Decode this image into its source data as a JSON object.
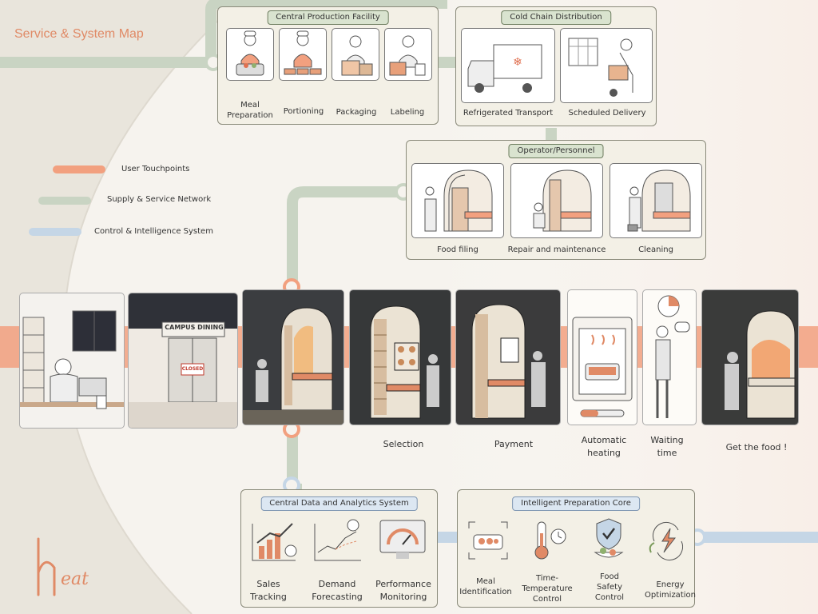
{
  "header": {
    "title": "Service & System Map"
  },
  "legend": {
    "items": [
      {
        "label": "User Touchpoints",
        "color": "#f2a07f"
      },
      {
        "label": "Supply & Service Network",
        "color": "#c9d4c3"
      },
      {
        "label": "Control & Intelligence System",
        "color": "#c5d6e6"
      }
    ]
  },
  "central_production": {
    "title": "Central Production Facility",
    "steps": [
      "Meal Preparation",
      "Portioning",
      "Packaging",
      "Labeling"
    ]
  },
  "cold_chain": {
    "title": "Cold Chain Distribution",
    "steps": [
      "Refrigerated Transport",
      "Scheduled Delivery"
    ]
  },
  "operator": {
    "title": "Operator/Personnel",
    "steps": [
      "Food filing",
      "Repair and maintenance",
      "Cleaning"
    ]
  },
  "journey": {
    "closed_sign": "CLOSED",
    "campus_sign": "CAMPUS DINING",
    "captions": [
      "Selection",
      "Payment",
      "Automatic heating",
      "Waiting time",
      "Get the food !"
    ]
  },
  "analytics": {
    "title": "Central Data and Analytics System",
    "items": [
      "Sales Tracking",
      "Demand Forecasting",
      "Performance Monitoring"
    ]
  },
  "prep_core": {
    "title": "Intelligent Preparation Core",
    "items": [
      "Meal Identification",
      "Time-Temperature Control",
      "Food Safety Control",
      "Energy Optimization"
    ]
  },
  "logo": {
    "h": "h",
    "text": "eat"
  },
  "colors": {
    "orange": "#f2a07f",
    "green": "#c9d4c3",
    "blue": "#c5d6e6",
    "accent": "#e08a66"
  }
}
